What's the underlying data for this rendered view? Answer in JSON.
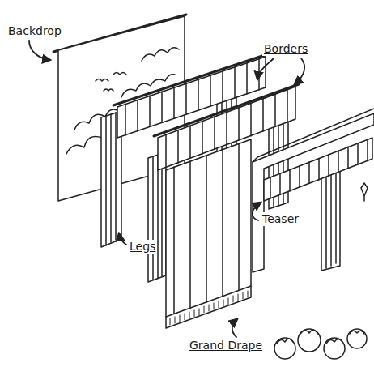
{
  "diagram": {
    "labels": [
      "Backdrop",
      "Borders",
      "Legs",
      "Teaser",
      "Grand Drape"
    ]
  }
}
